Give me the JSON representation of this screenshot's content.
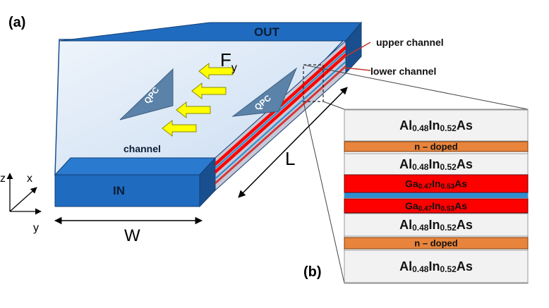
{
  "panels": {
    "a": "(a)",
    "b": "(b)"
  },
  "device": {
    "out_label": "OUT",
    "in_label": "IN",
    "channel_label": "channel",
    "qpc_label": "QPC",
    "force_label": "F",
    "force_sub": "y",
    "length_label": "L",
    "width_label": "W"
  },
  "axes": {
    "z": "z",
    "x": "x",
    "y": "y"
  },
  "annotations": {
    "upper": "upper channel",
    "lower": "lower channel"
  },
  "colors": {
    "top_face": "#dce9f7",
    "block_blue": "#1f6bbf",
    "block_dark": "#1a4f8f",
    "qpc": "#5b82a8",
    "arrow": "#ffff00",
    "gaas_red": "#ff0000",
    "doped_orange": "#e8843c",
    "spacer_blue": "#2e8fd0",
    "layer_bg": "#f2f2f2"
  },
  "layers": [
    {
      "kind": "barrier",
      "base": "Al",
      "s1": "0.48",
      "mid": "In",
      "s2": "0.52",
      "tail": "As"
    },
    {
      "kind": "doped",
      "text": "n – doped"
    },
    {
      "kind": "barrier",
      "base": "Al",
      "s1": "0.48",
      "mid": "In",
      "s2": "0.52",
      "tail": "As"
    },
    {
      "kind": "well",
      "base": "Ga",
      "s1": "0.47",
      "mid": "In",
      "s2": "0.53",
      "tail": "As"
    },
    {
      "kind": "well",
      "base": "Ga",
      "s1": "0.47",
      "mid": "In",
      "s2": "0.53",
      "tail": "As"
    },
    {
      "kind": "barrier",
      "base": "Al",
      "s1": "0.48",
      "mid": "In",
      "s2": "0.52",
      "tail": "As"
    },
    {
      "kind": "doped",
      "text": "n – doped"
    },
    {
      "kind": "barrier",
      "base": "Al",
      "s1": "0.48",
      "mid": "In",
      "s2": "0.52",
      "tail": "As"
    }
  ]
}
